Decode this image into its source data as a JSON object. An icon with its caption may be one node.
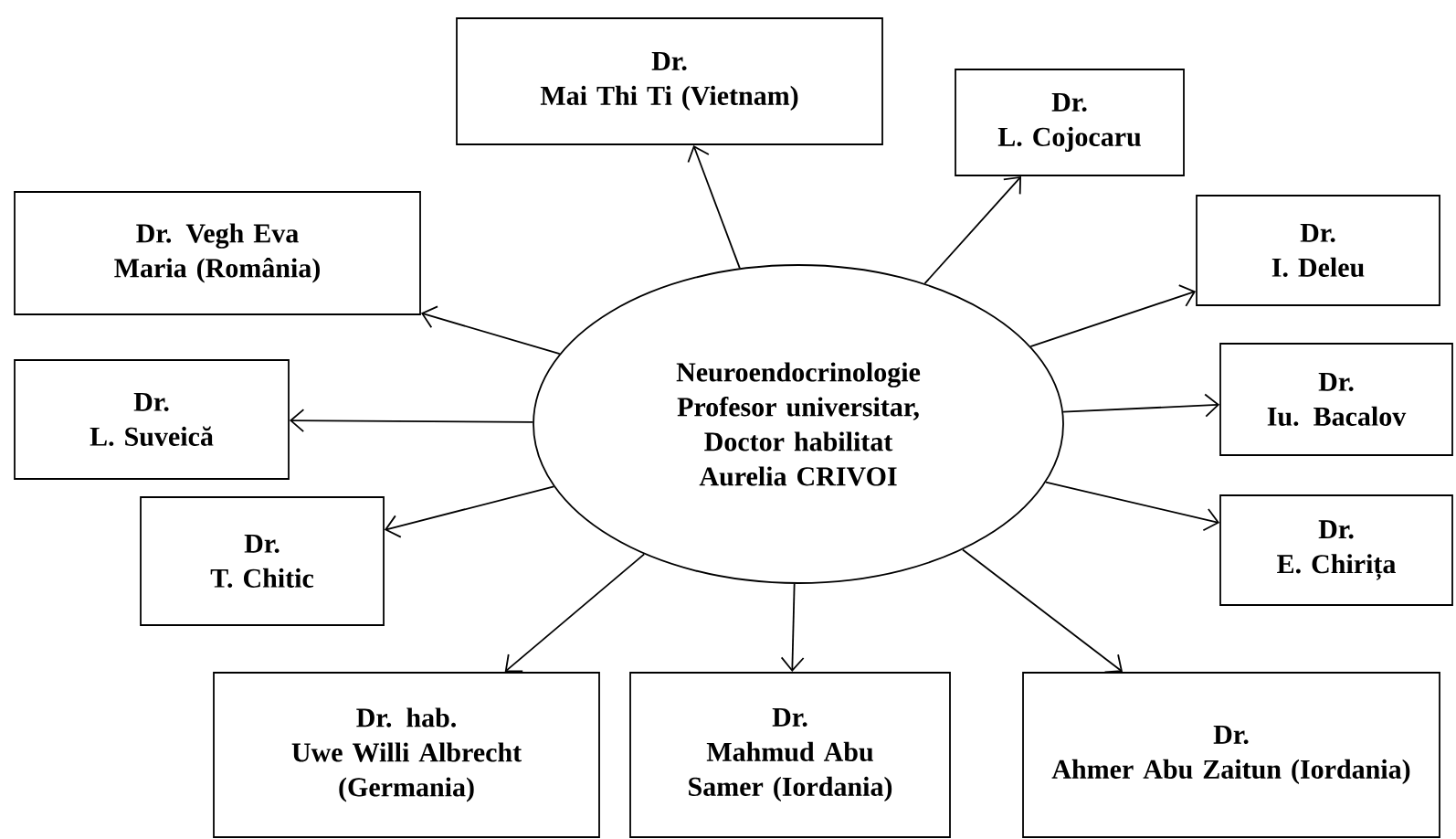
{
  "diagram": {
    "nodes": [
      {
        "text": [
          "Neuroendocrinologie Profesor universitar, Doctor habilitat Aurelia CRIVOI"
        ]
      },
      {
        "text": [
          "Dr.",
          "Mai Thi Ti (Vietnam)"
        ]
      },
      {
        "text": [
          "Dr.",
          "L. Cojocaru"
        ]
      },
      {
        "text": [
          "Dr. Vegh Eva Maria (România)"
        ]
      },
      {
        "text": [
          "Dr.",
          "I. Deleu"
        ]
      },
      {
        "text": [
          "Dr.",
          "L. Suveică"
        ]
      },
      {
        "text": [
          "Dr.",
          "Iu. Bacalov"
        ]
      },
      {
        "text": [
          "Dr.",
          "T. Chitic"
        ]
      },
      {
        "text": [
          "Dr.",
          "E. Chirița"
        ]
      },
      {
        "text": [
          "Dr. hab.",
          "Uwe Willi Albrecht (Germania)"
        ]
      },
      {
        "text": [
          "Dr.",
          "Mahmud Abu Samer (Iordania)"
        ]
      },
      {
        "text": [
          "Dr.",
          "Ahmer Abu Zaitun (Iordania)"
        ]
      }
    ],
    "edges": [
      {
        "from": 0,
        "to": 1,
        "arrow": "to"
      },
      {
        "from": 0,
        "to": 2,
        "arrow": "to"
      },
      {
        "from": 0,
        "to": 3,
        "arrow": "to"
      },
      {
        "from": 0,
        "to": 4,
        "arrow": "to"
      },
      {
        "from": 0,
        "to": 5,
        "arrow": "to"
      },
      {
        "from": 0,
        "to": 6,
        "arrow": "to"
      },
      {
        "from": 0,
        "to": 7,
        "arrow": "to"
      },
      {
        "from": 0,
        "to": 8,
        "arrow": "to"
      },
      {
        "from": 0,
        "to": 9,
        "arrow": "to"
      },
      {
        "from": 0,
        "to": 10,
        "arrow": "to"
      },
      {
        "from": 0,
        "to": 11,
        "arrow": "to"
      }
    ]
  }
}
